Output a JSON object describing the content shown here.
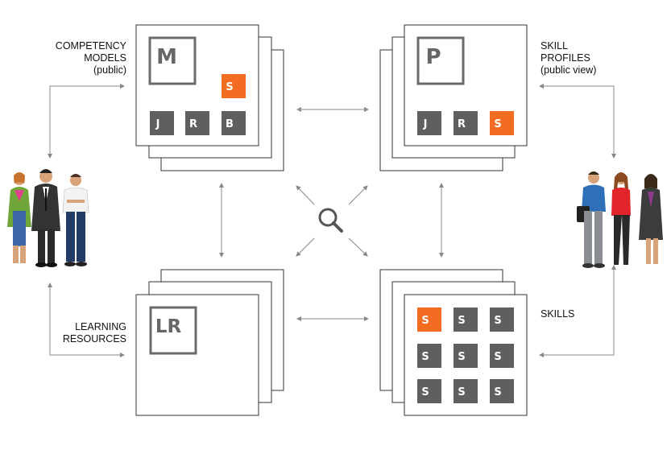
{
  "labels": {
    "competency": [
      "COMPETENCY",
      "MODELS",
      "(public)"
    ],
    "skill_profiles": [
      "SKILL",
      "PROFILES",
      "(public view)"
    ],
    "learning": [
      "LEARNING",
      "RESOURCES"
    ],
    "skills": [
      "SKILLS"
    ]
  },
  "models": {
    "big_letter": "M",
    "highlight_tile": "S",
    "tiles": [
      "J",
      "R",
      "B"
    ]
  },
  "profiles": {
    "big_letter": "P",
    "tiles": [
      "J",
      "R",
      "S"
    ]
  },
  "learning": {
    "big_letter": "LR"
  },
  "skills_grid": {
    "tiles": [
      "S",
      "S",
      "S",
      "S",
      "S",
      "S",
      "S",
      "S",
      "S"
    ]
  },
  "colors": {
    "accent": "#f26c22",
    "tile": "#5f5f5f",
    "frame": "#6b6b6b",
    "arrow": "#888888"
  }
}
